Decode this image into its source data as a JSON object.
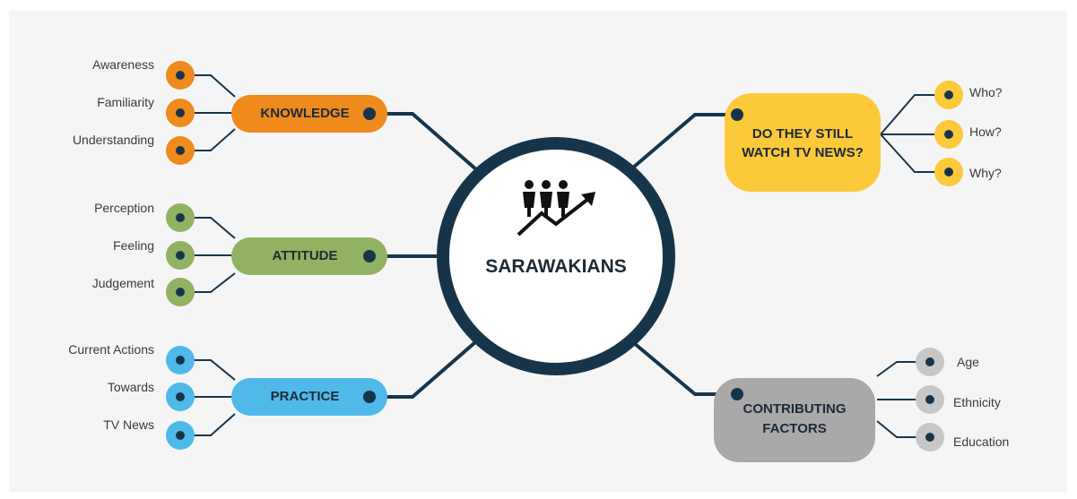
{
  "center": {
    "label": "SARAWAKIANS",
    "icon": "people-growth-icon"
  },
  "colors": {
    "connector": "#17354a",
    "center_ring": "#17354a",
    "knowledge": "#ef8a1d",
    "attitude": "#91b262",
    "practice": "#4fb9ea",
    "tv_news": "#fcc93a",
    "factors": "#a9a9a9",
    "background": "#f5f5f6"
  },
  "branches": {
    "knowledge": {
      "label": "KNOWLEDGE",
      "leaves": [
        "Awareness",
        "Familiarity",
        "Understanding"
      ]
    },
    "attitude": {
      "label": "ATTITUDE",
      "leaves": [
        "Perception",
        "Feeling",
        "Judgement"
      ]
    },
    "practice": {
      "label": "PRACTICE",
      "leaves": [
        "Current Actions",
        "Towards",
        "TV News"
      ]
    },
    "tv_news": {
      "label_line1": "DO THEY STILL",
      "label_line2": "WATCH TV NEWS?",
      "leaves": [
        "Who?",
        "How?",
        "Why?"
      ]
    },
    "factors": {
      "label_line1": "CONTRIBUTING",
      "label_line2": "FACTORS",
      "leaves": [
        "Age",
        "Ethnicity",
        "Education"
      ]
    }
  }
}
